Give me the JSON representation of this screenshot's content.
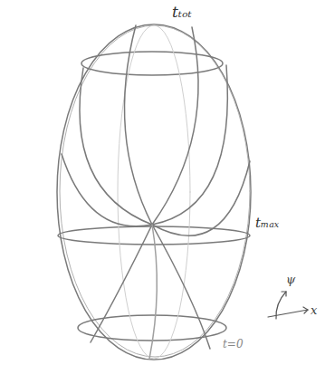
{
  "diagram": {
    "labels": [
      "tₜₒₜ",
      "tₘₐₓ",
      "t=0",
      "ψ",
      "x"
    ]
  }
}
